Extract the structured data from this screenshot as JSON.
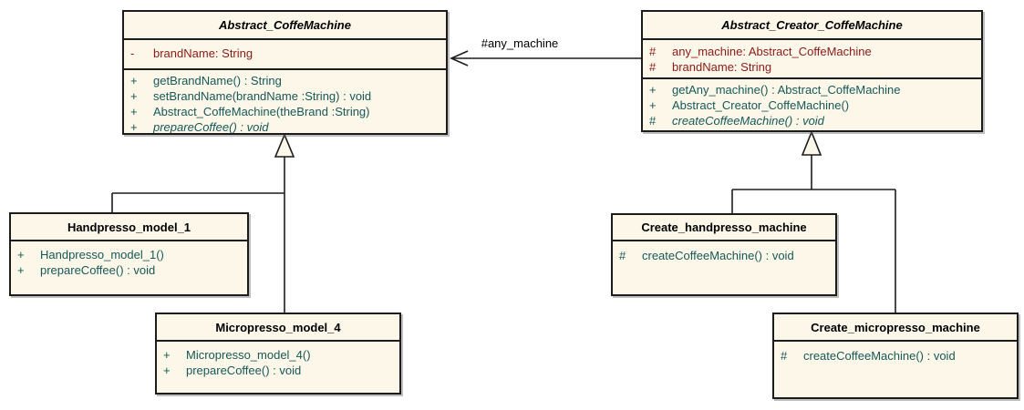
{
  "diagram_title": "Factory Method coffee machine UML class diagram",
  "colors": {
    "node_fill": "#FCF7E8",
    "node_border": "#1c1c1c",
    "attribute_text": "#8B1A1A",
    "operation_text": "#175858",
    "title_text": "#000000",
    "edge": "#1c1c1c"
  },
  "classes": [
    {
      "name": "Abstract_CoffeMachine",
      "abstract": true,
      "attributes": [
        {
          "visibility": "-",
          "text": "brandName: String"
        }
      ],
      "operations": [
        {
          "visibility": "+",
          "text": "getBrandName() : String",
          "italic": false
        },
        {
          "visibility": "+",
          "text": "setBrandName(brandName :String) : void",
          "italic": false
        },
        {
          "visibility": "+",
          "text": "Abstract_CoffeMachine(theBrand :String)",
          "italic": false
        },
        {
          "visibility": "+",
          "text": "prepareCoffee() : void",
          "italic": true
        }
      ]
    },
    {
      "name": "Abstract_Creator_CoffeMachine",
      "abstract": true,
      "attributes": [
        {
          "visibility": "#",
          "text": "any_machine: Abstract_CoffeMachine"
        },
        {
          "visibility": "#",
          "text": "brandName: String"
        }
      ],
      "operations": [
        {
          "visibility": "+",
          "text": "getAny_machine() : Abstract_CoffeMachine",
          "italic": false
        },
        {
          "visibility": "+",
          "text": "Abstract_Creator_CoffeMachine()",
          "italic": false
        },
        {
          "visibility": "#",
          "text": "createCoffeeMachine() : void",
          "italic": true
        }
      ]
    },
    {
      "name": "Handpresso_model_1",
      "abstract": false,
      "attributes": [],
      "operations": [
        {
          "visibility": "+",
          "text": "Handpresso_model_1()",
          "italic": false
        },
        {
          "visibility": "+",
          "text": "prepareCoffee() : void",
          "italic": false
        }
      ]
    },
    {
      "name": "Micropresso_model_4",
      "abstract": false,
      "attributes": [],
      "operations": [
        {
          "visibility": "+",
          "text": "Micropresso_model_4()",
          "italic": false
        },
        {
          "visibility": "+",
          "text": "prepareCoffee() : void",
          "italic": false
        }
      ]
    },
    {
      "name": "Create_handpresso_machine",
      "abstract": false,
      "attributes": [],
      "operations": [
        {
          "visibility": "#",
          "text": "createCoffeeMachine() : void",
          "italic": false
        }
      ]
    },
    {
      "name": "Create_micropresso_machine",
      "abstract": false,
      "attributes": [],
      "operations": [
        {
          "visibility": "#",
          "text": "createCoffeeMachine() : void",
          "italic": false
        }
      ]
    }
  ],
  "relationships": [
    {
      "type": "directed-association",
      "from": "Abstract_Creator_CoffeMachine",
      "to": "Abstract_CoffeMachine",
      "label": "#any_machine"
    },
    {
      "type": "generalization",
      "from": "Handpresso_model_1",
      "to": "Abstract_CoffeMachine"
    },
    {
      "type": "generalization",
      "from": "Micropresso_model_4",
      "to": "Abstract_CoffeMachine"
    },
    {
      "type": "generalization",
      "from": "Create_handpresso_machine",
      "to": "Abstract_Creator_CoffeMachine"
    },
    {
      "type": "generalization",
      "from": "Create_micropresso_machine",
      "to": "Abstract_Creator_CoffeMachine"
    }
  ],
  "association_label": "#any_machine"
}
